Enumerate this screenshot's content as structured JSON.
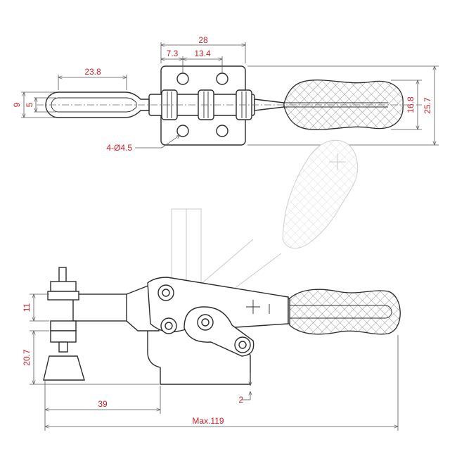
{
  "colors": {
    "dimension_text": "#c8222a",
    "outline": "#2b2b2b",
    "ghost_outline": "#c9c9c9"
  },
  "top_view": {
    "dims": {
      "overall_base_width": "28",
      "hole_edge_offset": "7.3",
      "hole_spacing": "13.4",
      "arm_length": "23.8",
      "arm_outer_width": "9",
      "arm_slot_width": "5",
      "handle_width": "16.8",
      "base_depth": "25.7",
      "mounting_holes": "4-Ø4.5"
    }
  },
  "side_view": {
    "dims": {
      "spindle_height": "11",
      "spindle_drop": "20.7",
      "reach": "39",
      "overall_length": "Max.119",
      "base_offset": "2"
    }
  }
}
